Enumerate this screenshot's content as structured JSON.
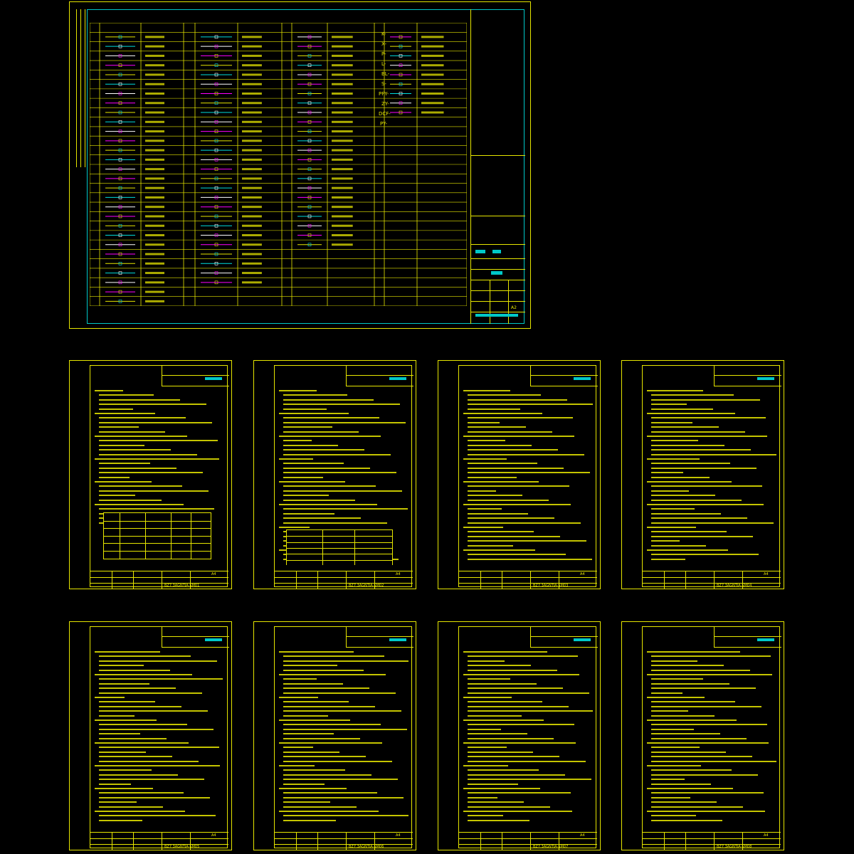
{
  "main_sheet": {
    "legend_codes": [
      "K-",
      "X-",
      "P-",
      "L-",
      "BL-",
      "S-",
      "PFY-",
      "ZY-",
      "DCF-",
      "PY-"
    ],
    "sheet_size": "A2"
  },
  "sheets": [
    {
      "code": "BZ7.3AGNTIA-SM01",
      "size": "A4"
    },
    {
      "code": "BZ7.3AGNTIA-SM02",
      "size": "A4"
    },
    {
      "code": "BZ7.3AGNTIA-SM03",
      "size": "A4"
    },
    {
      "code": "BZ7.3AGNTIA-SM04",
      "size": "A4"
    },
    {
      "code": "BZ7.3AGNTIA-SM05",
      "size": "A4"
    },
    {
      "code": "BZ7.3AGNTIA-SM06",
      "size": "A4"
    },
    {
      "code": "BZ7.3AGNTIA-SM07",
      "size": "A4"
    },
    {
      "code": "BZ7.3AGNTIA-SM08",
      "size": "A4"
    }
  ],
  "colors": {
    "line": "#e6e600",
    "accent": "#00c8c8",
    "symbol": "#ff00ff",
    "background": "#000000"
  }
}
